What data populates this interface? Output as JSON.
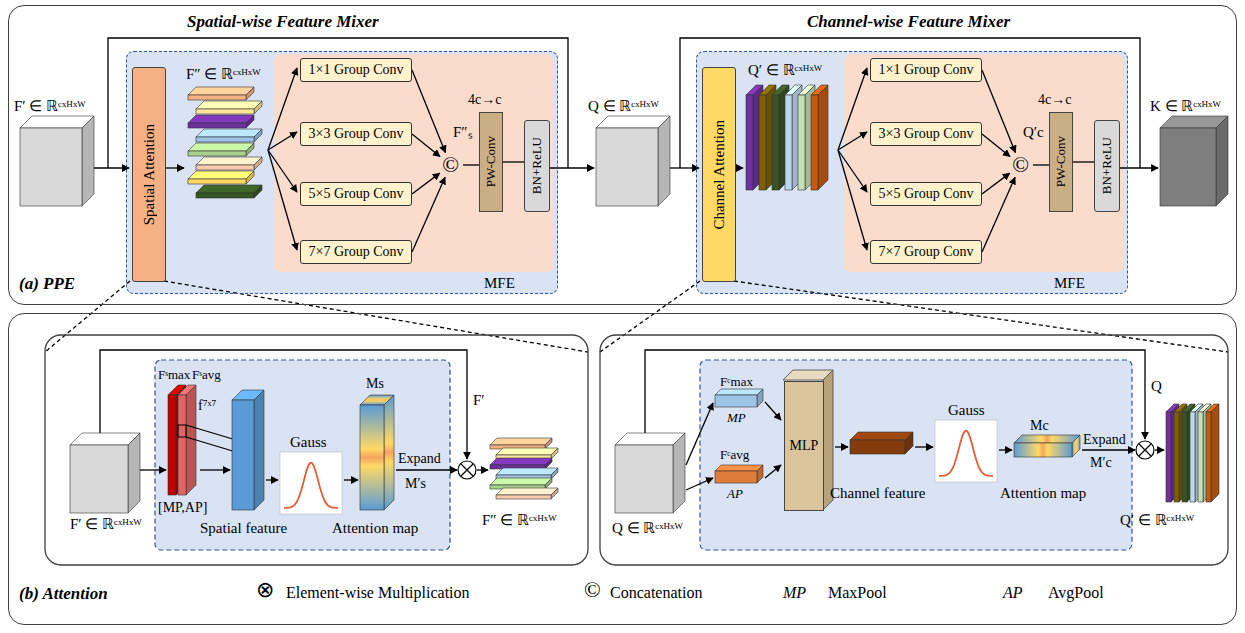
{
  "diagram": {
    "nodes": [
      {
        "text": [
          "(a) PPE"
        ]
      },
      {
        "text": [
          "Spatial-wise Feature Mixer"
        ],
        "in": 0
      },
      {
        "text": [
          "Spatial Attention"
        ],
        "in": 1
      },
      {
        "text": [
          "MFE"
        ],
        "in": 1
      },
      {
        "text": [
          "1×1 Group Conv"
        ],
        "in": 3
      },
      {
        "text": [
          "3×3 Group Conv"
        ],
        "in": 3
      },
      {
        "text": [
          "5×5 Group Conv"
        ],
        "in": 3
      },
      {
        "text": [
          "7×7 Group Conv"
        ],
        "in": 3
      },
      {
        "text": [
          "©"
        ],
        "in": 3
      },
      {
        "text": [
          "PW-Conv"
        ],
        "in": 3
      },
      {
        "text": [
          "BN+ReLU"
        ],
        "in": 3
      },
      {
        "text": [
          "Channel-wise Feature Mixer"
        ],
        "in": 0
      },
      {
        "text": [
          "Channel Attention"
        ],
        "in": 11
      },
      {
        "text": [
          "MFE"
        ],
        "in": 11
      },
      {
        "text": [
          "1×1 Group Conv"
        ],
        "in": 13
      },
      {
        "text": [
          "3×3 Group Conv"
        ],
        "in": 13
      },
      {
        "text": [
          "5×5 Group Conv"
        ],
        "in": 13
      },
      {
        "text": [
          "7×7 Group Conv"
        ],
        "in": 13
      },
      {
        "text": [
          "©"
        ],
        "in": 13
      },
      {
        "text": [
          "PW-Conv"
        ],
        "in": 13
      },
      {
        "text": [
          "BN+ReLU"
        ],
        "in": 13
      },
      {
        "text": [
          "(b) Attention"
        ]
      },
      {
        "text": [
          "MLP"
        ],
        "in": 21
      }
    ],
    "edges": [
      {
        "from": 4,
        "to": 8,
        "arrow": "to"
      },
      {
        "from": 5,
        "to": 8,
        "arrow": "to"
      },
      {
        "from": 6,
        "to": 8,
        "arrow": "to"
      },
      {
        "from": 7,
        "to": 8,
        "arrow": "to"
      },
      {
        "from": 8,
        "to": 9,
        "arrow": "none"
      },
      {
        "from": 9,
        "to": 10,
        "arrow": "none"
      },
      {
        "from": 14,
        "to": 18,
        "arrow": "to"
      },
      {
        "from": 15,
        "to": 18,
        "arrow": "to"
      },
      {
        "from": 16,
        "to": 18,
        "arrow": "to"
      },
      {
        "from": 17,
        "to": 18,
        "arrow": "to"
      },
      {
        "from": 18,
        "to": 19,
        "arrow": "none"
      },
      {
        "from": 19,
        "to": 20,
        "arrow": "none"
      }
    ],
    "labels": [
      "F′ ∈ ℝᶜˣᴴˣᵂ",
      "F″ ∈ ℝᶜˣᴴˣᵂ",
      "F″ₛ",
      "4c→c",
      "Q ∈ ℝᶜˣᴴˣᵂ",
      "Q′ ∈ ℝᶜˣᴴˣᵂ",
      "Q′c",
      "4c→c",
      "K ∈ ℝᶜˣᴴˣᵂ",
      "Fˢmax",
      "Fˢavg",
      "f⁷ˣ⁷",
      "[MP,AP]",
      "Spatial feature",
      "Gauss",
      "Ms",
      "Attention map",
      "Expand",
      "M′s",
      "F′",
      "F′ ∈ ℝᶜˣᴴˣᵂ",
      "F″ ∈ ℝᶜˣᴴˣᵂ",
      "Q ∈ ℝᶜˣᴴˣᵂ",
      "Fᶜmax",
      "MP",
      "Fᶜavg",
      "AP",
      "Channel feature",
      "Gauss",
      "Mc",
      "Attention map",
      "Expand",
      "M′c",
      "Q",
      "Q′ ∈ ℝᶜˣᴴˣᵂ",
      "⊗",
      "©",
      "MP",
      "AP"
    ],
    "legend": [
      {
        "text": "Element-wise Multiplication"
      },
      {
        "text": "Concatenation"
      },
      {
        "text": "MaxPool"
      },
      {
        "text": "AvgPool"
      }
    ]
  }
}
